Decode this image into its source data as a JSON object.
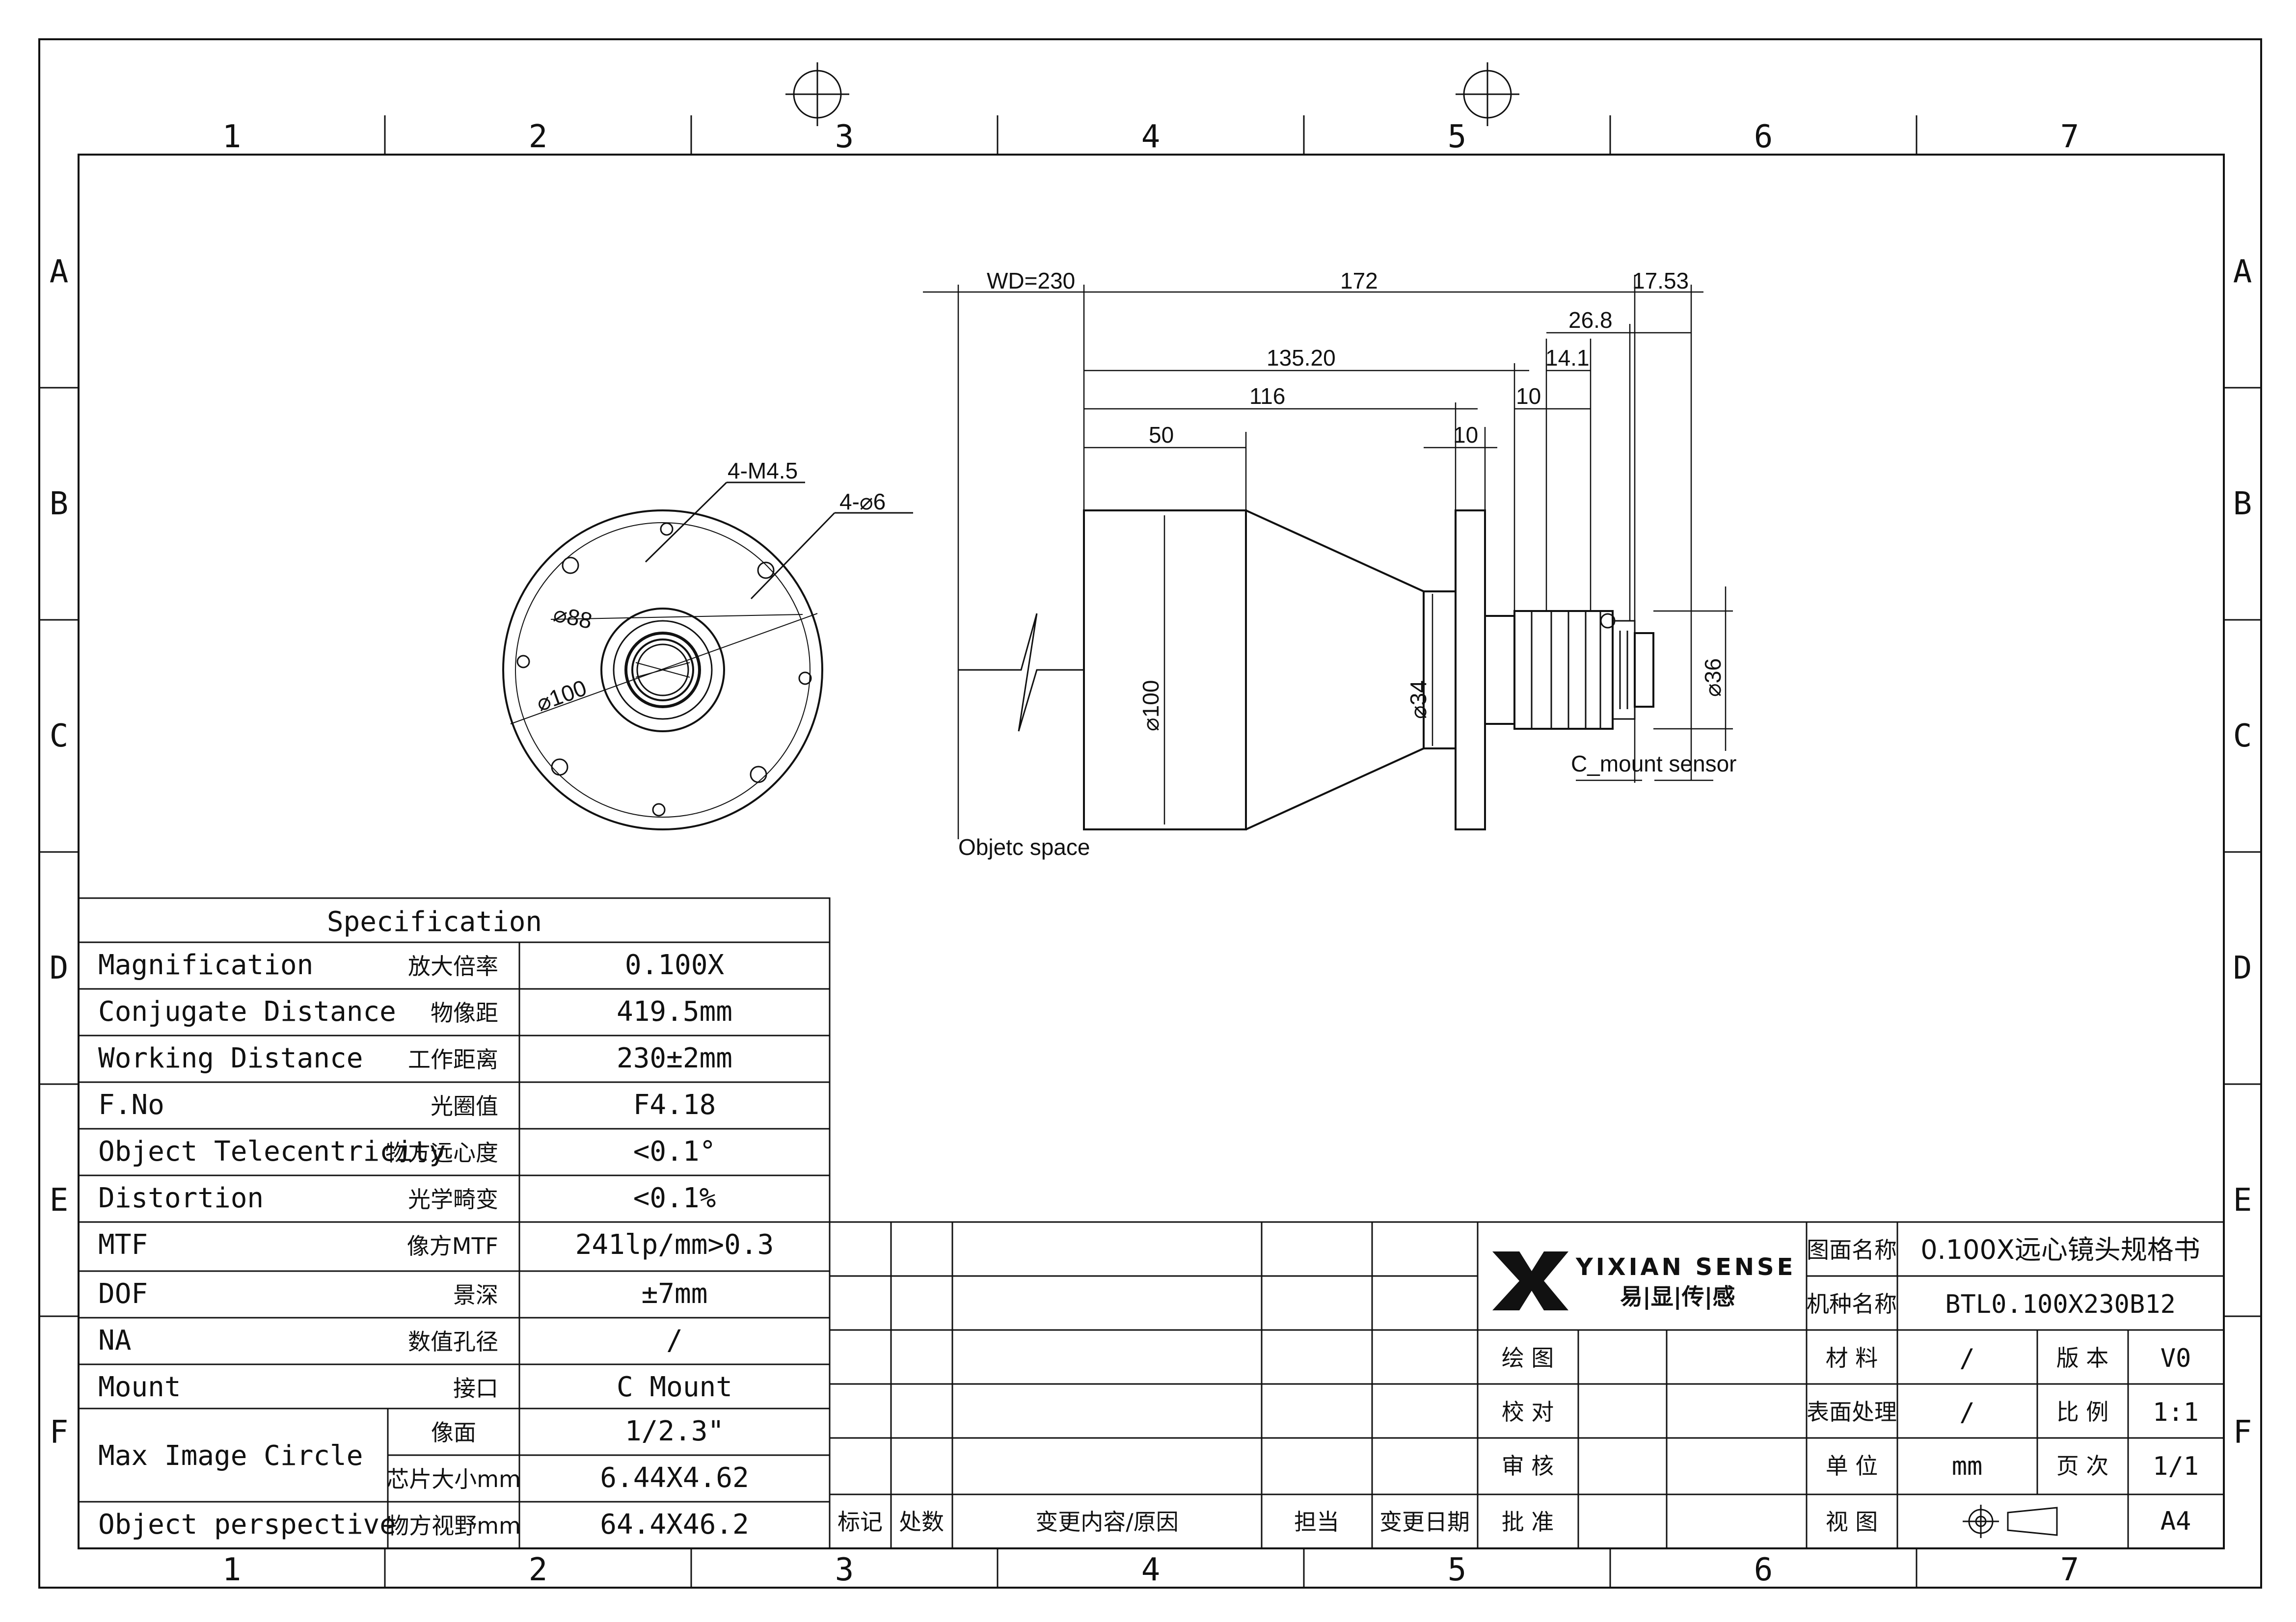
{
  "frame": {
    "columns": [
      "1",
      "2",
      "3",
      "4",
      "5",
      "6",
      "7"
    ],
    "rows": [
      "A",
      "B",
      "C",
      "D",
      "E",
      "F"
    ]
  },
  "front_view": {
    "callouts": {
      "threads": "4-M4.5",
      "holes": "4-⌀6",
      "inner_diameter": "⌀88",
      "outer_diameter": "⌀100"
    }
  },
  "side_view": {
    "dims": {
      "wd": "WD=230",
      "total_172": "172",
      "d_17_53": "17.53",
      "d_26_8": "26.8",
      "d_135_20": "135.20",
      "d_14_1": "14.1",
      "d_116": "116",
      "d_10a": "10",
      "d_50": "50",
      "d_10b": "10",
      "dia_100": "⌀100",
      "dia_34": "⌀34",
      "dia_36": "⌀36"
    },
    "labels": {
      "object_space": "Objetc space",
      "sensor": "C_mount sensor"
    }
  },
  "spec": {
    "title": "Specification",
    "rows": [
      {
        "en": "Magnification",
        "cn": "放大倍率",
        "value": "0.100X"
      },
      {
        "en": "Conjugate Distance",
        "cn": "物像距",
        "value": "419.5mm"
      },
      {
        "en": "Working Distance",
        "cn": "工作距离",
        "value": "230±2mm"
      },
      {
        "en": "F.No",
        "cn": "光圈值",
        "value": "F4.18"
      },
      {
        "en": "Object Telecentricity",
        "cn": "物方远心度",
        "value": "<0.1°"
      },
      {
        "en": "Distortion",
        "cn": "光学畸变",
        "value": "<0.1%"
      },
      {
        "en": "MTF",
        "cn": "像方MTF",
        "value": "241lp/mm>0.3"
      },
      {
        "en": "DOF",
        "cn": "景深",
        "value": "±7mm"
      },
      {
        "en": "NA",
        "cn": "数值孔径",
        "value": "/"
      },
      {
        "en": "Mount",
        "cn": "接口",
        "value": "C Mount"
      }
    ],
    "image_circle": {
      "en": "Max Image Circle",
      "sub1": "像面",
      "val1": "1/2.3\"",
      "sub2": "芯片大小mm",
      "val2": "6.44X4.62"
    },
    "perspective": {
      "en": "Object perspective",
      "cn": "物方视野mm",
      "value": "64.4X46.2"
    }
  },
  "title_block": {
    "logo_text": "YIXIAN SENSE",
    "logo_cn": "易|显|传|感",
    "drawing_name_label": "图面名称",
    "drawing_name": "0.100X远心镜头规格书",
    "model_label": "机种名称",
    "model": "BTL0.100X230B12",
    "draw": "绘 图",
    "check": "校 对",
    "review": "审 核",
    "approve": "批 准",
    "material_label": "材 料",
    "material": "/",
    "version_label": "版 本",
    "version": "V0",
    "surface_label": "表面处理",
    "surface": "/",
    "scale_label": "比 例",
    "scale": "1:1",
    "unit_label": "单 位",
    "unit": "mm",
    "page_label": "页 次",
    "page": "1/1",
    "view_label": "视 图",
    "size": "A4",
    "rev_headers": [
      "标记",
      "处数",
      "变更内容/原因",
      "担当",
      "变更日期"
    ]
  }
}
